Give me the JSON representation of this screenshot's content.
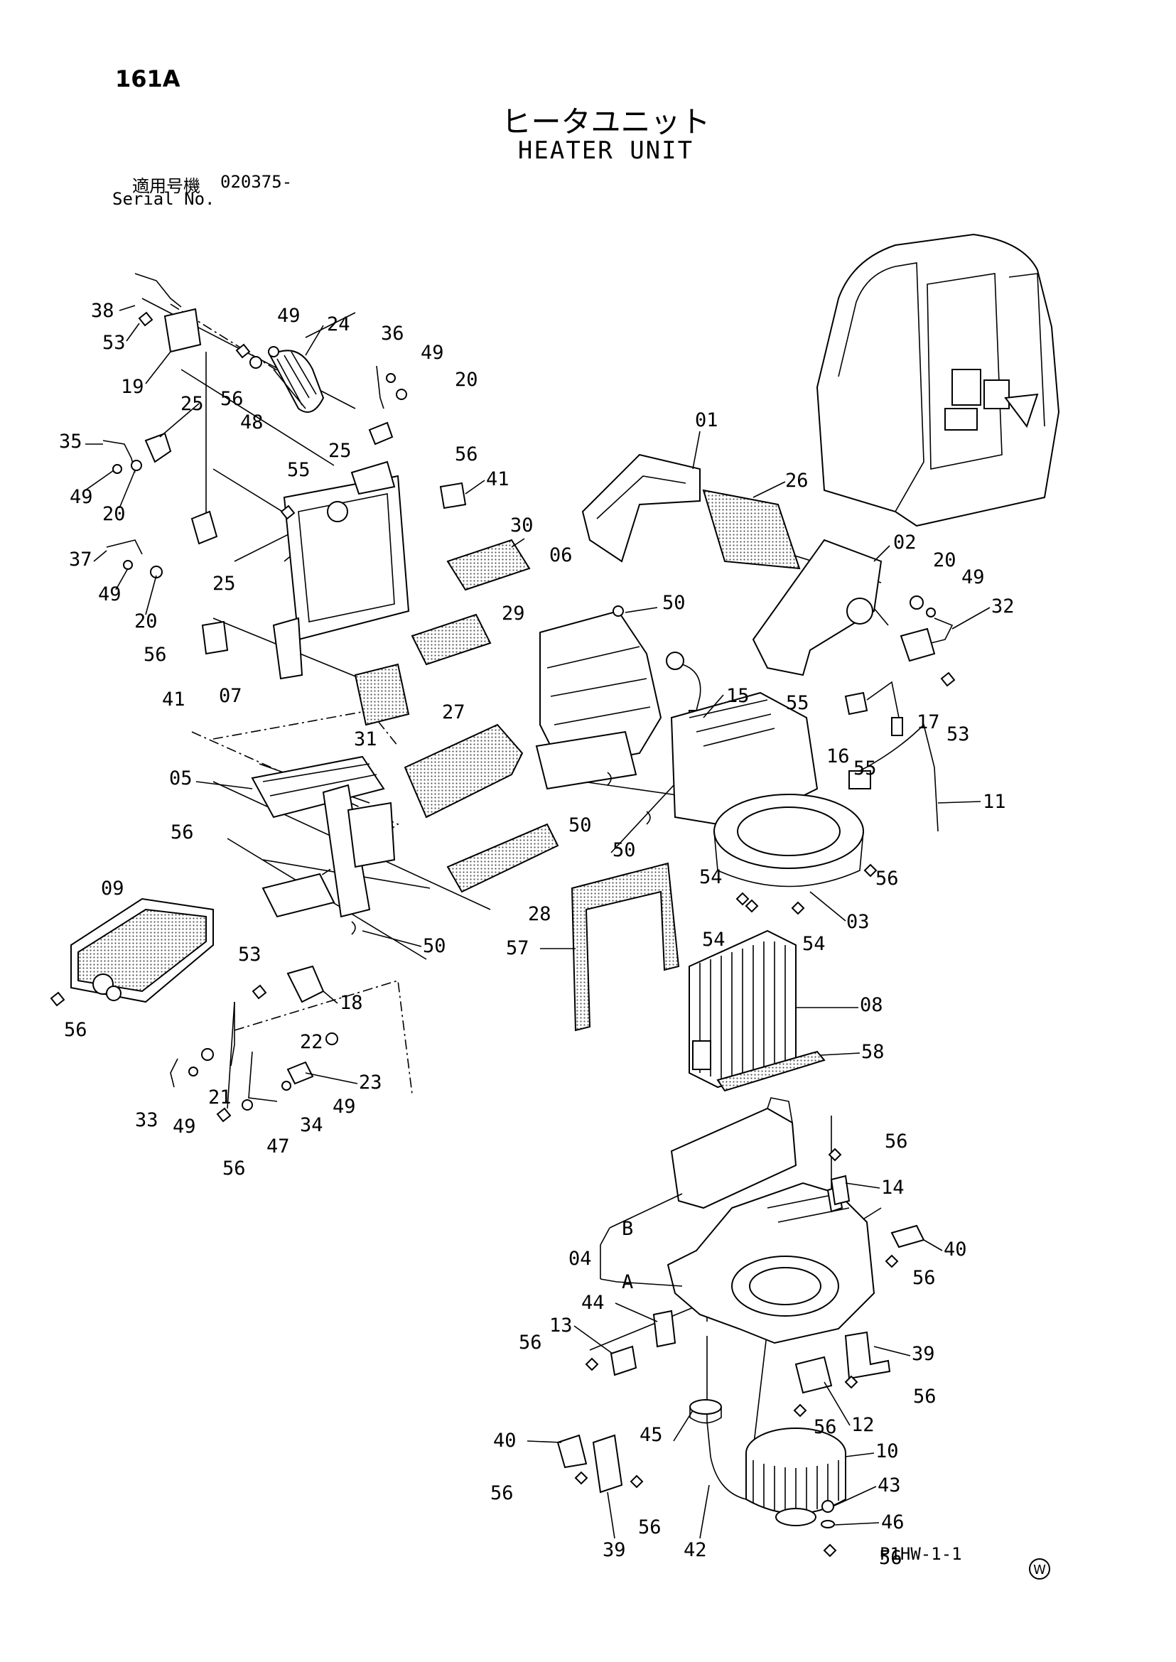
{
  "header": {
    "page_number": "161A",
    "title_jp": "ヒータユニット",
    "title_en": "HEATER UNIT",
    "serial_label_jp": "適用号機",
    "serial_value": "020375-",
    "serial_label_en": "Serial No."
  },
  "footer": {
    "figure_code": "P1HW-1-1",
    "watermark_symbol": "W"
  },
  "parts": [
    {
      "id": "38",
      "text": "38"
    },
    {
      "id": "53a",
      "text": "53"
    },
    {
      "id": "49a",
      "text": "49"
    },
    {
      "id": "24",
      "text": "24"
    },
    {
      "id": "19",
      "text": "19"
    },
    {
      "id": "56a",
      "text": "56"
    },
    {
      "id": "48",
      "text": "48"
    },
    {
      "id": "36",
      "text": "36"
    },
    {
      "id": "49b",
      "text": "49"
    },
    {
      "id": "20a",
      "text": "20"
    },
    {
      "id": "25a",
      "text": "25"
    },
    {
      "id": "25b",
      "text": "25"
    },
    {
      "id": "35",
      "text": "35"
    },
    {
      "id": "49c",
      "text": "49"
    },
    {
      "id": "20b",
      "text": "20"
    },
    {
      "id": "55a",
      "text": "55"
    },
    {
      "id": "56b",
      "text": "56"
    },
    {
      "id": "41a",
      "text": "41"
    },
    {
      "id": "01",
      "text": "01"
    },
    {
      "id": "26",
      "text": "26"
    },
    {
      "id": "30",
      "text": "30"
    },
    {
      "id": "37",
      "text": "37"
    },
    {
      "id": "49d",
      "text": "49"
    },
    {
      "id": "25c",
      "text": "25"
    },
    {
      "id": "20c",
      "text": "20"
    },
    {
      "id": "06",
      "text": "06"
    },
    {
      "id": "50a",
      "text": "50"
    },
    {
      "id": "02",
      "text": "02"
    },
    {
      "id": "20d",
      "text": "20"
    },
    {
      "id": "49e",
      "text": "49"
    },
    {
      "id": "32",
      "text": "32"
    },
    {
      "id": "56c",
      "text": "56"
    },
    {
      "id": "29",
      "text": "29"
    },
    {
      "id": "41b",
      "text": "41"
    },
    {
      "id": "07",
      "text": "07"
    },
    {
      "id": "15",
      "text": "15"
    },
    {
      "id": "55b",
      "text": "55"
    },
    {
      "id": "17",
      "text": "17"
    },
    {
      "id": "53b",
      "text": "53"
    },
    {
      "id": "31",
      "text": "31"
    },
    {
      "id": "16",
      "text": "16"
    },
    {
      "id": "55c",
      "text": "55"
    },
    {
      "id": "27",
      "text": "27"
    },
    {
      "id": "05",
      "text": "05"
    },
    {
      "id": "11",
      "text": "11"
    },
    {
      "id": "56d",
      "text": "56"
    },
    {
      "id": "50b",
      "text": "50"
    },
    {
      "id": "50c",
      "text": "50"
    },
    {
      "id": "56e",
      "text": "56"
    },
    {
      "id": "54a",
      "text": "54"
    },
    {
      "id": "09",
      "text": "09"
    },
    {
      "id": "28",
      "text": "28"
    },
    {
      "id": "54b",
      "text": "54"
    },
    {
      "id": "54c",
      "text": "54"
    },
    {
      "id": "03",
      "text": "03"
    },
    {
      "id": "50d",
      "text": "50"
    },
    {
      "id": "57",
      "text": "57"
    },
    {
      "id": "53c",
      "text": "53"
    },
    {
      "id": "18",
      "text": "18"
    },
    {
      "id": "08",
      "text": "08"
    },
    {
      "id": "56f",
      "text": "56"
    },
    {
      "id": "22",
      "text": "22"
    },
    {
      "id": "23",
      "text": "23"
    },
    {
      "id": "58",
      "text": "58"
    },
    {
      "id": "21",
      "text": "21"
    },
    {
      "id": "33",
      "text": "33"
    },
    {
      "id": "49f",
      "text": "49"
    },
    {
      "id": "49g",
      "text": "49"
    },
    {
      "id": "34",
      "text": "34"
    },
    {
      "id": "47",
      "text": "47"
    },
    {
      "id": "56g",
      "text": "56"
    },
    {
      "id": "56h",
      "text": "56"
    },
    {
      "id": "14",
      "text": "14"
    },
    {
      "id": "40a",
      "text": "40"
    },
    {
      "id": "B",
      "text": "B"
    },
    {
      "id": "04",
      "text": "04"
    },
    {
      "id": "56i",
      "text": "56"
    },
    {
      "id": "A",
      "text": "A"
    },
    {
      "id": "44",
      "text": "44"
    },
    {
      "id": "13",
      "text": "13"
    },
    {
      "id": "56j",
      "text": "56"
    },
    {
      "id": "39a",
      "text": "39"
    },
    {
      "id": "56k",
      "text": "56"
    },
    {
      "id": "56l",
      "text": "56"
    },
    {
      "id": "12",
      "text": "12"
    },
    {
      "id": "45",
      "text": "45"
    },
    {
      "id": "40b",
      "text": "40"
    },
    {
      "id": "10",
      "text": "10"
    },
    {
      "id": "43",
      "text": "43"
    },
    {
      "id": "56m",
      "text": "56"
    },
    {
      "id": "56n",
      "text": "56"
    },
    {
      "id": "46",
      "text": "46"
    },
    {
      "id": "39b",
      "text": "39"
    },
    {
      "id": "42",
      "text": "42"
    },
    {
      "id": "56o",
      "text": "56"
    }
  ]
}
